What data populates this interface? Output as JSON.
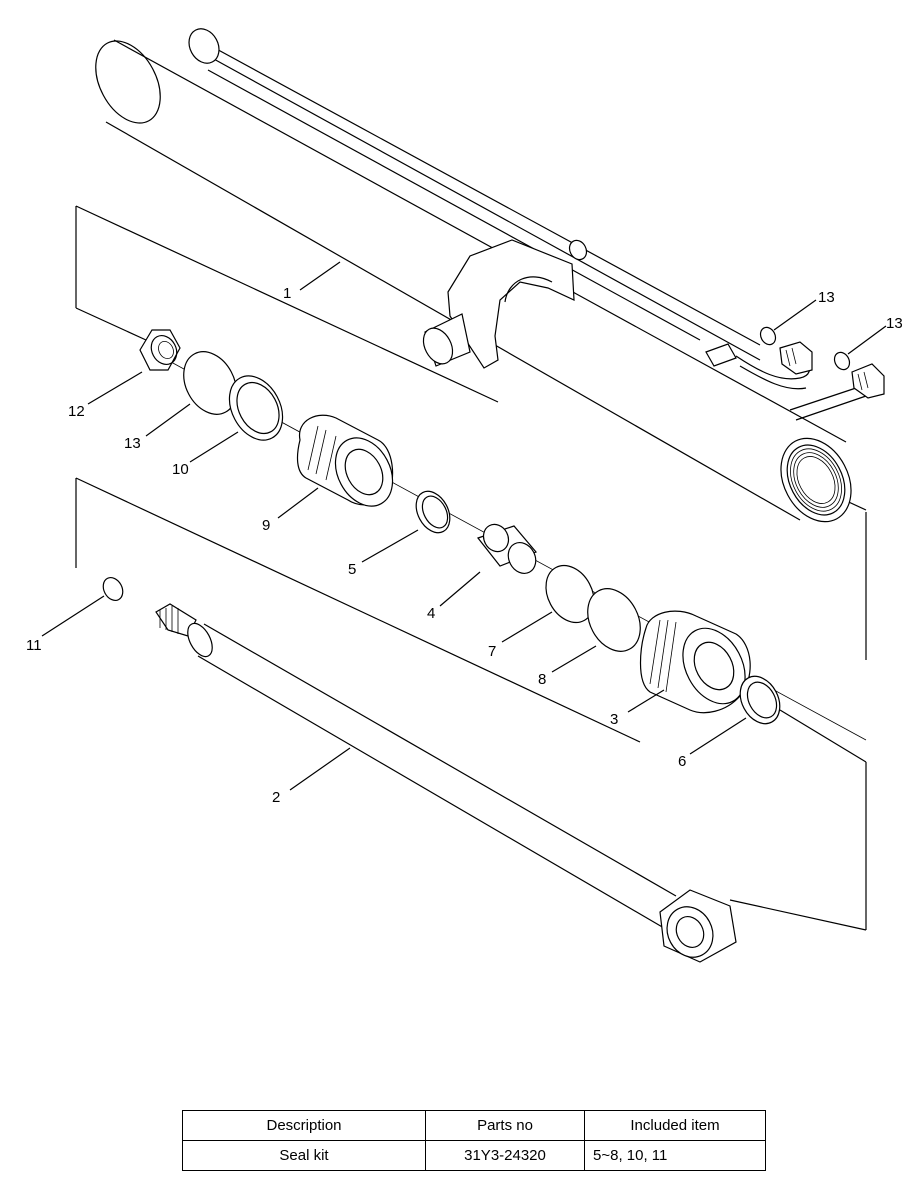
{
  "callouts": {
    "c1": "1",
    "c2": "2",
    "c3": "3",
    "c4": "4",
    "c5": "5",
    "c6": "6",
    "c7": "7",
    "c8": "8",
    "c9": "9",
    "c10": "10",
    "c11": "11",
    "c12": "12",
    "c13a": "13",
    "c13b": "13",
    "c13c": "13"
  },
  "table": {
    "headers": [
      "Description",
      "Parts no",
      "Included item"
    ],
    "rows": [
      [
        "Seal kit",
        "31Y3-24320",
        "5~8, 10, 11"
      ]
    ]
  },
  "colors": {
    "line": "#000000",
    "background": "#ffffff"
  }
}
